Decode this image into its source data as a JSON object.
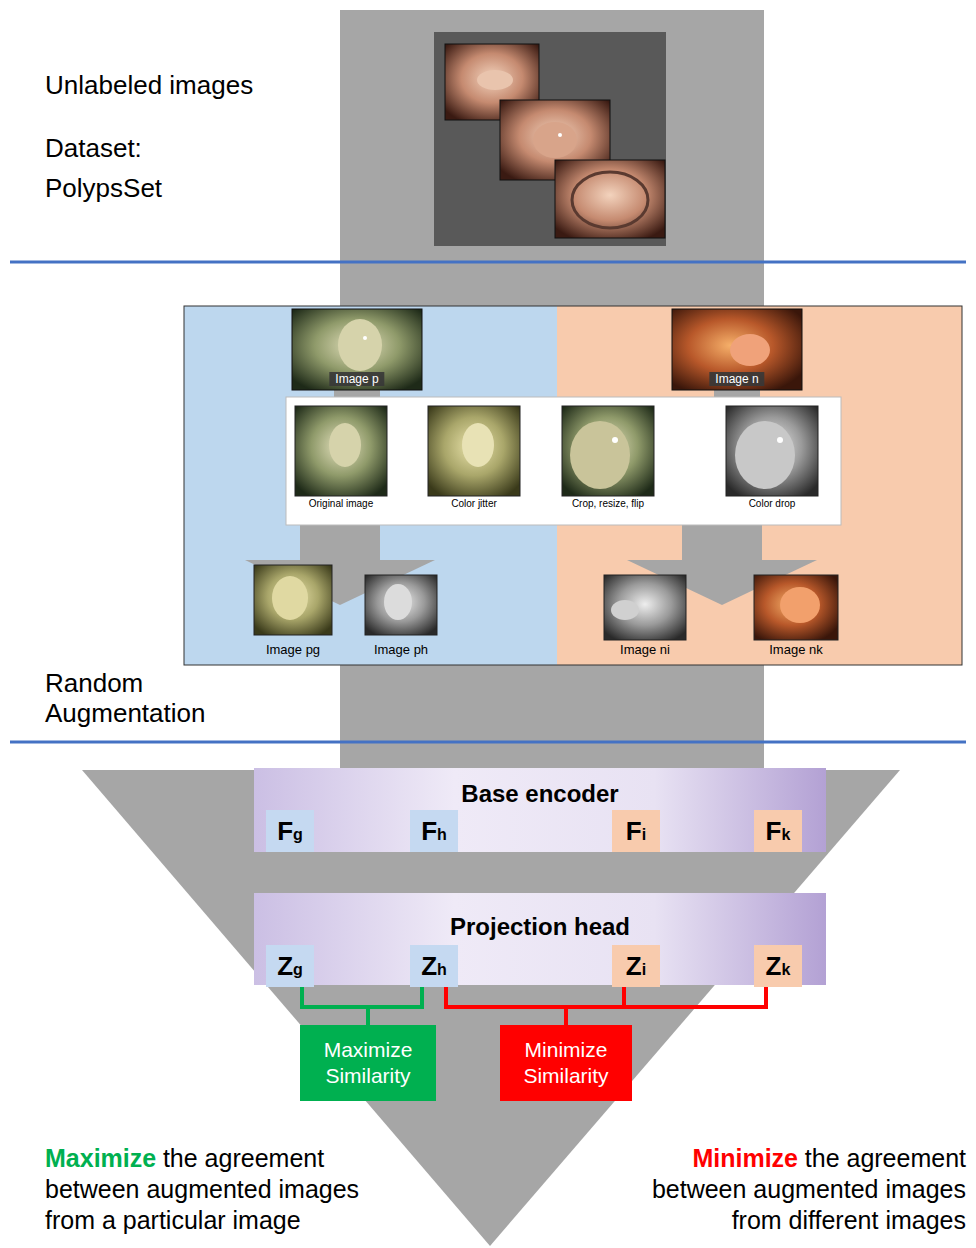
{
  "diagram": {
    "nodes": [
      {
        "text": [
          "Base encoder"
        ]
      },
      {
        "text": [
          "Fg"
        ],
        "in": 0
      },
      {
        "text": [
          "Fh"
        ],
        "in": 0
      },
      {
        "text": [
          "Fi"
        ],
        "in": 0
      },
      {
        "text": [
          "Fk"
        ],
        "in": 0
      },
      {
        "text": [
          "Projection head"
        ]
      },
      {
        "text": [
          "Zg"
        ],
        "in": 5
      },
      {
        "text": [
          "Zh"
        ],
        "in": 5
      },
      {
        "text": [
          "Zi"
        ],
        "in": 5
      },
      {
        "text": [
          "Zk"
        ],
        "in": 5
      },
      {
        "text": [
          "Maximize Similarity"
        ]
      },
      {
        "text": [
          "Minimize Similarity"
        ]
      }
    ],
    "edges": [
      {
        "from": 6,
        "to": 10,
        "arrow": "none"
      },
      {
        "from": 7,
        "to": 10,
        "arrow": "none"
      },
      {
        "from": 7,
        "to": 11,
        "arrow": "none"
      },
      {
        "from": 8,
        "to": 11,
        "arrow": "none"
      },
      {
        "from": 9,
        "to": 11,
        "arrow": "none"
      }
    ],
    "labels": [
      "Unlabeled images",
      "Dataset: PolypsSet",
      "Image p",
      "Image n",
      "Original image",
      "Color jitter",
      "Crop, resize, flip",
      "Color drop",
      "Image pg",
      "Image ph",
      "Image ni",
      "Image nk",
      "Random Augmentation",
      "Maximize",
      "the agreement between augmented images from a particular image",
      "Minimize",
      "the agreement between augmented images from different images"
    ]
  }
}
